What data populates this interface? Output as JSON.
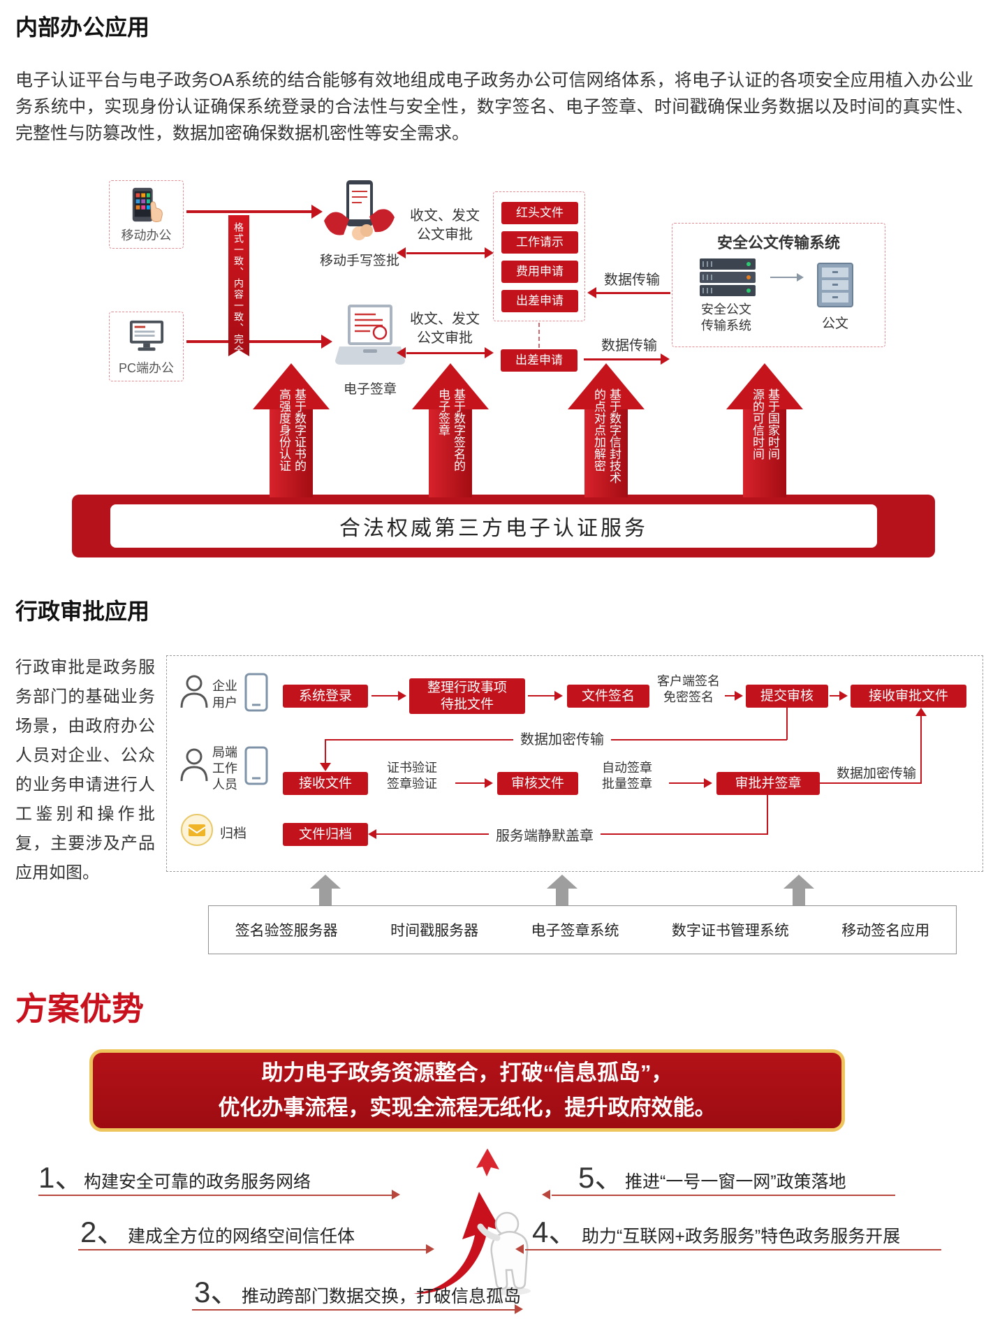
{
  "office": {
    "title": "内部办公应用",
    "intro": "电子认证平台与电子政务OA系统的结合能够有效地组成电子政务办公可信网络体系，将电子认证的各项安全应用植入办公业务系统中，实现身份认证确保系统登录的合法性与安全性，数字签名、电子签章、时间戳确保业务数据以及时间的真实性、完整性与防篡改性，数据加密确保数据机密性等安全需求。",
    "mobile_office": "移动办公",
    "pc_office": "PC端办公",
    "ribbon": "格式一致、内容一致、完全兼容",
    "mobile_sign_label": "移动手写签批",
    "esign_label": "电子签章",
    "approval_text_1": "收文、发文\n公文审批",
    "approval_text_2": "收文、发文\n公文审批",
    "doc_items": [
      "红头文件",
      "工作请示",
      "费用申请",
      "出差申请"
    ],
    "doc_item_extra": "出差申请",
    "data_transfer_upper": "数据传输",
    "data_transfer_lower": "数据传输",
    "secure_title": "安全公文传输系统",
    "secure_server_label": "安全公文\n传输系统",
    "secure_doc_label": "公文",
    "pillars": [
      "基于数字证书的高强度身份认证",
      "基于数字签名的电子签章",
      "基于数字信封技术的点对点加解密",
      "基于国家时间源的可信时间"
    ],
    "foundation": "合法权威第三方电子认证服务"
  },
  "approval": {
    "title": "行政审批应用",
    "intro": "行政审批是政务服务部门的基础业务场景，由政府办公人员对企业、公众的业务申请进行人工鉴别和操作批复，主要涉及产品应用如图。",
    "actor_enterprise": "企业\n用户",
    "actor_bureau": "局端\n工作\n人员",
    "actor_archive": "归档",
    "step_login": "系统登录",
    "step_organize": "整理行政事项\n待批文件",
    "step_sign": "文件签名",
    "note_client_sign": "客户端签名\n免密签名",
    "step_submit": "提交审核",
    "step_receive_approval": "接收审批文件",
    "note_encrypt_1": "数据加密传输",
    "step_receive": "接收文件",
    "note_verify": "证书验证\n签章验证",
    "step_review": "审核文件",
    "note_auto_sign": "自动签章\n批量签章",
    "step_approve_seal": "审批并签章",
    "note_encrypt_2": "数据加密传输",
    "step_archive": "文件归档",
    "note_silent_seal": "服务端静默盖章",
    "platforms": [
      "签名验签服务器",
      "时间戳服务器",
      "电子签章系统",
      "数字证书管理系统",
      "移动签名应用"
    ]
  },
  "advantage": {
    "title": "方案优势",
    "banner_line_1": "助力电子政务资源整合，打破“信息孤岛”，",
    "banner_line_2": "优化办事流程，实现全流程无纸化，提升政府效能。",
    "points": [
      {
        "num": "1、",
        "text": "构建安全可靠的政务服务网络"
      },
      {
        "num": "2、",
        "text": "建成全方位的网络空间信任体"
      },
      {
        "num": "3、",
        "text": "推动跨部门数据交换，打破信息孤岛"
      },
      {
        "num": "4、",
        "text": "助力“互联网+政务服务”特色政务服务开展"
      },
      {
        "num": "5、",
        "text": "推进“一号一窗一网”政策落地"
      }
    ]
  },
  "icons": {
    "mobile_office": "hand-touch-phone-icon",
    "pc_office": "desktop-computer-icon",
    "mobile_sign": "hands-holding-phone-icon",
    "esign": "laptop-seal-icon",
    "secure_server": "server-stack-icon",
    "document_cabinet": "file-cabinet-icon",
    "user": "person-icon",
    "client": "smartphone-outline-icon",
    "archive": "envelope-archive-icon",
    "advantage_figure": "figure-pushing-arrow-icon"
  },
  "colors": {
    "primary_red": "#c2121c",
    "banner_red": "#a50f16",
    "gold_border": "#eec45d",
    "gray_arrow": "#9e9e9e"
  }
}
